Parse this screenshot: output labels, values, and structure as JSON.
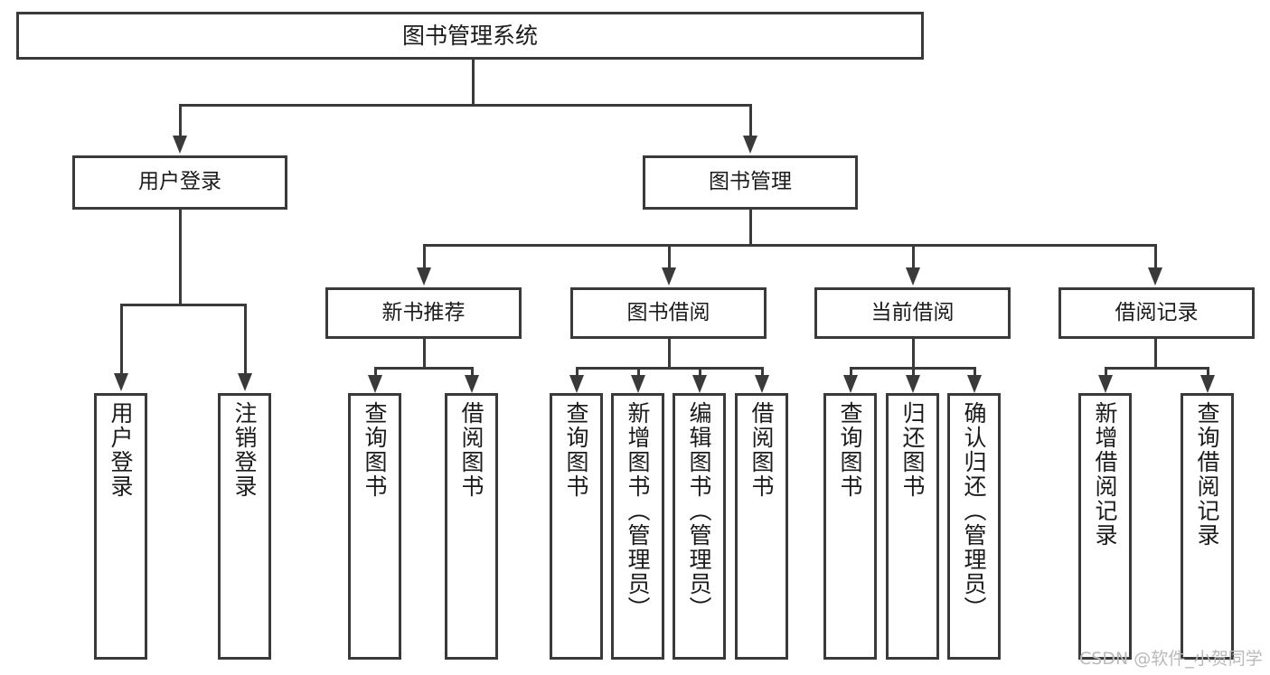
{
  "diagram": {
    "type": "tree-hierarchy-chart",
    "title": "图书管理系统",
    "colors": {
      "stroke": "#3a3a3a",
      "fill": "#ffffff",
      "text": "#1b1b1b",
      "watermark": "#b9b9b9"
    },
    "root": {
      "id": "root",
      "label": "图书管理系统"
    },
    "level2": [
      {
        "id": "user-login",
        "label": "用户登录"
      },
      {
        "id": "book-manage",
        "label": "图书管理"
      }
    ],
    "level3": [
      {
        "id": "new-book-recommend",
        "label": "新书推荐",
        "parent": "book-manage"
      },
      {
        "id": "book-borrow",
        "label": "图书借阅",
        "parent": "book-manage"
      },
      {
        "id": "current-borrow",
        "label": "当前借阅",
        "parent": "book-manage"
      },
      {
        "id": "borrow-record",
        "label": "借阅记录",
        "parent": "book-manage"
      }
    ],
    "leaves": {
      "user_login": [
        {
          "id": "leaf-user-login",
          "label": "用户登录"
        },
        {
          "id": "leaf-user-logout",
          "label": "注销登录"
        }
      ],
      "new_book_recommend": [
        {
          "id": "leaf-nbr-query-book",
          "label": "查询图书"
        },
        {
          "id": "leaf-nbr-borrow-book",
          "label": "借阅图书"
        }
      ],
      "book_borrow": [
        {
          "id": "leaf-bb-query-book",
          "label": "查询图书"
        },
        {
          "id": "leaf-bb-add-book",
          "label": "新增图书（管理员）"
        },
        {
          "id": "leaf-bb-edit-book",
          "label": "编辑图书（管理员）"
        },
        {
          "id": "leaf-bb-borrow-book",
          "label": "借阅图书"
        }
      ],
      "current_borrow": [
        {
          "id": "leaf-cb-query-book",
          "label": "查询图书"
        },
        {
          "id": "leaf-cb-return-book",
          "label": "归还图书"
        },
        {
          "id": "leaf-cb-confirm-return",
          "label": "确认归还（管理员）"
        }
      ],
      "borrow_record": [
        {
          "id": "leaf-br-add-record",
          "label": "新增借阅记录"
        },
        {
          "id": "leaf-br-query-record",
          "label": "查询借阅记录"
        }
      ]
    }
  },
  "watermark": {
    "text": "CSDN @软件_小贺同学"
  }
}
